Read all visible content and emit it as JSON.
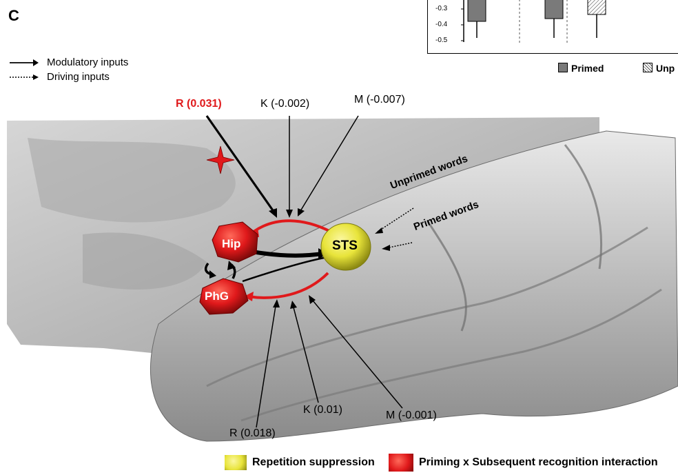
{
  "panel_letter": "C",
  "legend": {
    "modulatory": "Modulatory inputs",
    "driving": "Driving inputs"
  },
  "regions": {
    "hip": "Hip",
    "phg": "PhG",
    "sts": "STS"
  },
  "top_labels": {
    "r": "R (0.031)",
    "k": "K (-0.002)",
    "m": "M (-0.007)"
  },
  "bottom_labels": {
    "r": "R (0.018)",
    "k": "K (0.01)",
    "m": "M (-0.001)"
  },
  "inputs": {
    "unprimed": "Unprimed words",
    "primed": "Primed words"
  },
  "chart": {
    "ticks": [
      "-0.3",
      "-0.4",
      "-0.5"
    ],
    "legend_primed": "Primed",
    "legend_unprimed": "Unp"
  },
  "bottom_legend": {
    "repetition": "Repetition suppression",
    "interaction": "Priming x Subsequent recognition interaction"
  },
  "colors": {
    "red": "#e0191b",
    "yellow": "#e8e43a",
    "brain": "#c9c9c9"
  }
}
